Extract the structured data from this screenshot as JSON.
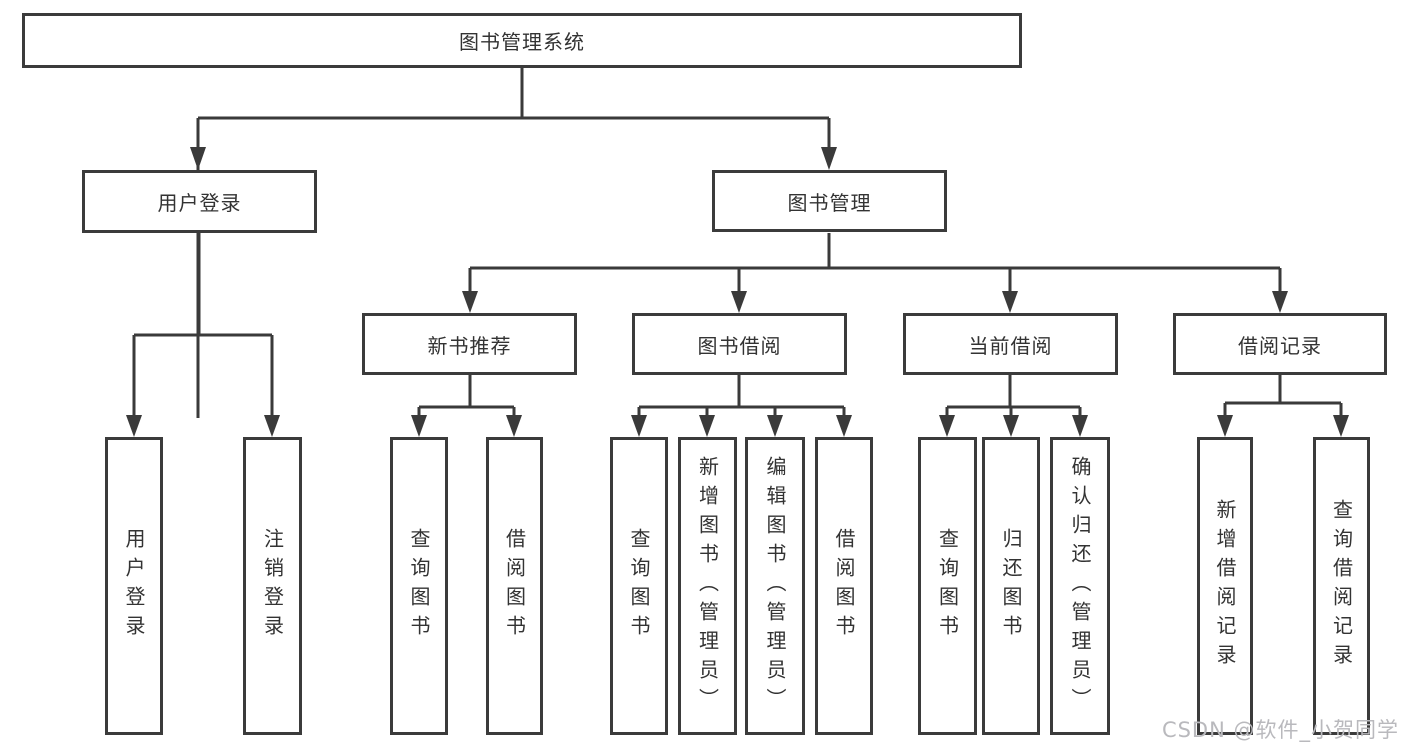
{
  "colors": {
    "line": "#3a3a3a",
    "border": "#3b3b3b",
    "text": "#333333",
    "watermark": "#b9b9bd",
    "background": "#ffffff"
  },
  "tree": {
    "root": "图书管理系统",
    "branches": [
      {
        "label": "用户登录",
        "children": [
          "用户登录",
          "注销登录"
        ]
      },
      {
        "label": "图书管理",
        "children": [
          {
            "label": "新书推荐",
            "children": [
              "查询图书",
              "借阅图书"
            ]
          },
          {
            "label": "图书借阅",
            "children": [
              "查询图书",
              "新增图书（管理员）",
              "编辑图书（管理员）",
              "借阅图书"
            ]
          },
          {
            "label": "当前借阅",
            "children": [
              "查询图书",
              "归还图书",
              "确认归还（管理员）"
            ]
          },
          {
            "label": "借阅记录",
            "children": [
              "新增借阅记录",
              "查询借阅记录"
            ]
          }
        ]
      }
    ]
  },
  "watermark": {
    "text": "CSDN @软件_小贺同学"
  }
}
